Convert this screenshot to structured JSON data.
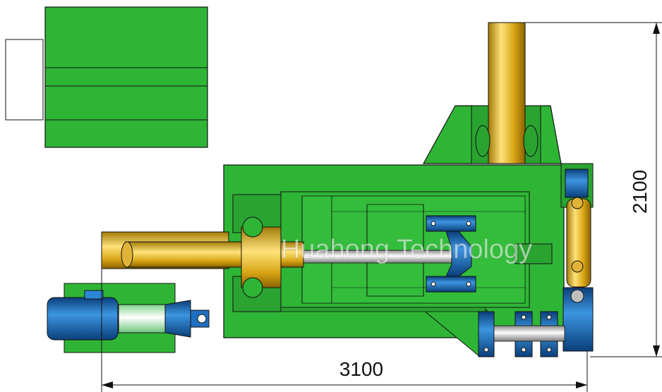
{
  "dimensions": {
    "width_label": "3100",
    "height_label": "2100"
  },
  "watermark": "Huahong Technology",
  "colors": {
    "frame_green": "#2fb536",
    "frame_green_dark": "#1f8f27",
    "cylinder_gold": "#d4a417",
    "motor_blue": "#1e6fc0",
    "rod_gray": "#c9c9c9",
    "outline": "#111111"
  }
}
